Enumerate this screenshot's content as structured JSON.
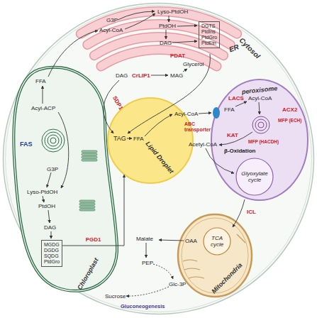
{
  "diagram": {
    "nodes": [
      {
        "text": [
          "Cytosol"
        ]
      },
      {
        "text": [
          "ER"
        ],
        "in": 0
      },
      {
        "text": [
          "DGTS",
          "PtdIns",
          "PtdGro",
          "PtdEtn"
        ],
        "in": 1
      },
      {
        "text": [
          "Chloroplast"
        ],
        "in": 0
      },
      {
        "text": [
          "MGDG",
          "DGDG",
          "SQDG",
          "PtdGro"
        ],
        "in": 3
      },
      {
        "text": [
          "TAG",
          "Lipid Droplet"
        ],
        "in": 0
      },
      {
        "text": [
          "peroxisome"
        ],
        "in": 0
      },
      {
        "text": [
          "Glyoxylate cycle"
        ],
        "in": 6
      },
      {
        "text": [
          "Mitochondria"
        ],
        "in": 0
      },
      {
        "text": [
          "TCA cycle"
        ],
        "in": 8
      }
    ],
    "edges": [
      {
        "from": 4,
        "to": 5,
        "label": "PGD1",
        "arrow": "to"
      }
    ],
    "labels": [
      "Lyso-PtdOH",
      "G3P",
      "Acyl-CoA",
      "PtdOH",
      "DAG",
      "PDAT",
      "Glycerol",
      "DAG",
      "CrLIP1",
      "MAG",
      "SDP1",
      "FFA",
      "Acyl-CoA",
      "ABC transporter",
      "Acetyl-CoA",
      "LACS",
      "Acyl-CoA",
      "FFA",
      "ACX2",
      "MFP (ECH)",
      "KAT",
      "MFP (HACDH)",
      "β-Oxidation",
      "ICL",
      "FFA",
      "Acyl-ACP",
      "FAS",
      "G3P",
      "Lyso-PtdOH",
      "PtdOH",
      "DAG",
      "Malate",
      "OAA",
      "PEP",
      "Glc-3P",
      "Sucrose",
      "Gluconeogenesis"
    ]
  }
}
